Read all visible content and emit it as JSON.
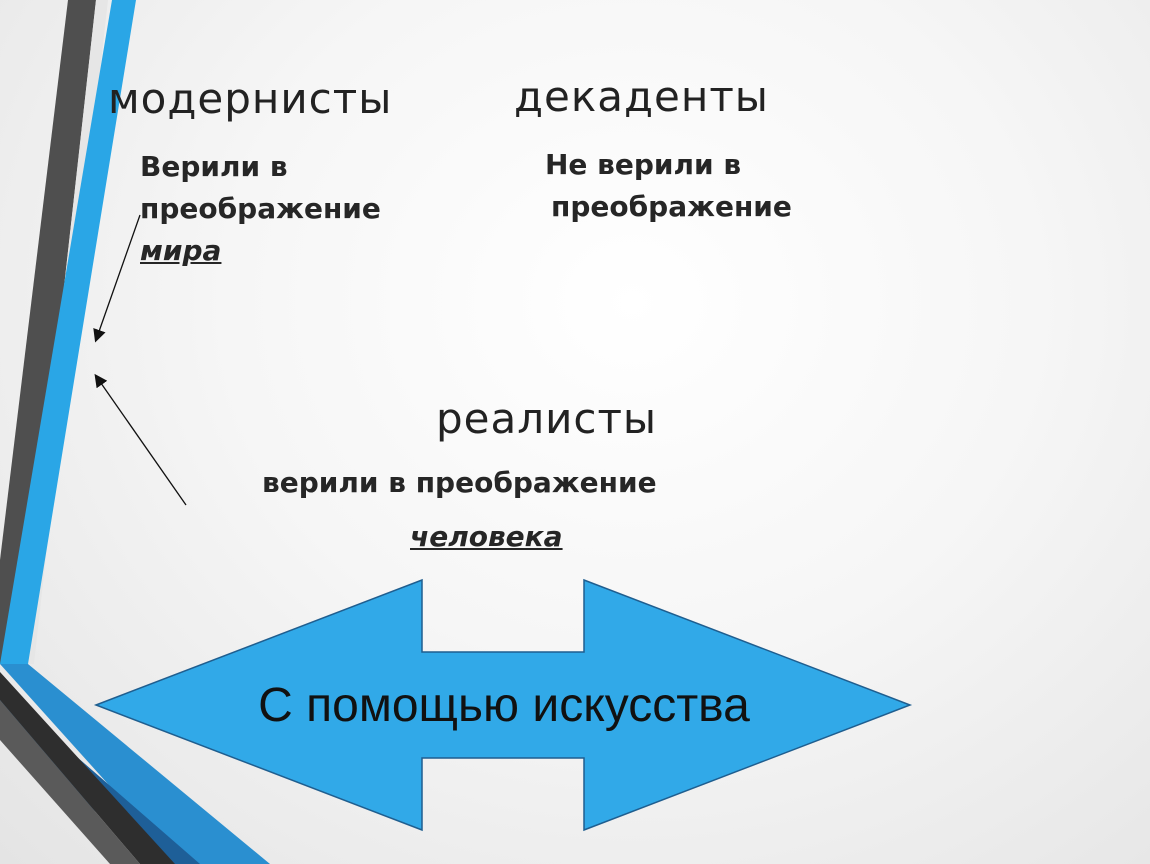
{
  "columns": {
    "modernists": {
      "heading": "модернисты",
      "line1": "Верили в",
      "line2": "преображение",
      "emphasis": "мира"
    },
    "decadents": {
      "heading": "декаденты",
      "line1": "Не верили в",
      "line2": "преображение"
    }
  },
  "realists": {
    "heading": "реалисты",
    "line1": "верили в преображение",
    "emphasis": "человека"
  },
  "double_arrow": {
    "label": "С помощью искусства",
    "fill_color": "#31a9e8",
    "stroke_color": "#1f5e8f"
  },
  "decoration": {
    "band_dark": "#4a4a4a",
    "band_blue": "#2aa6e6",
    "band_dark_blue": "#1f6aa8",
    "band_black": "#2e2e2e"
  }
}
